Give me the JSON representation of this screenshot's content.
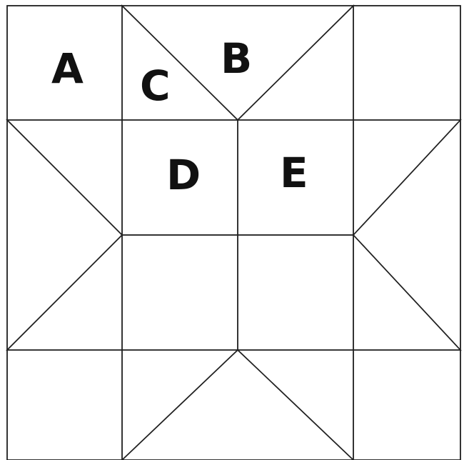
{
  "labels": {
    "a": "A",
    "b": "B",
    "c": "C",
    "d": "D",
    "e": "E"
  },
  "colors": {
    "red": "#b8202f",
    "red_dark": "#9c1a27",
    "snowflake": "#f3ece3",
    "cream": "#efe7da",
    "cream_dot": "#e4d9c6",
    "star_dot": "#a52330",
    "white": "#ffffff",
    "seam": "#222222"
  },
  "pattern_names": {
    "red_print": "red-snowflake-print",
    "cream_print": "cream-star-print"
  }
}
